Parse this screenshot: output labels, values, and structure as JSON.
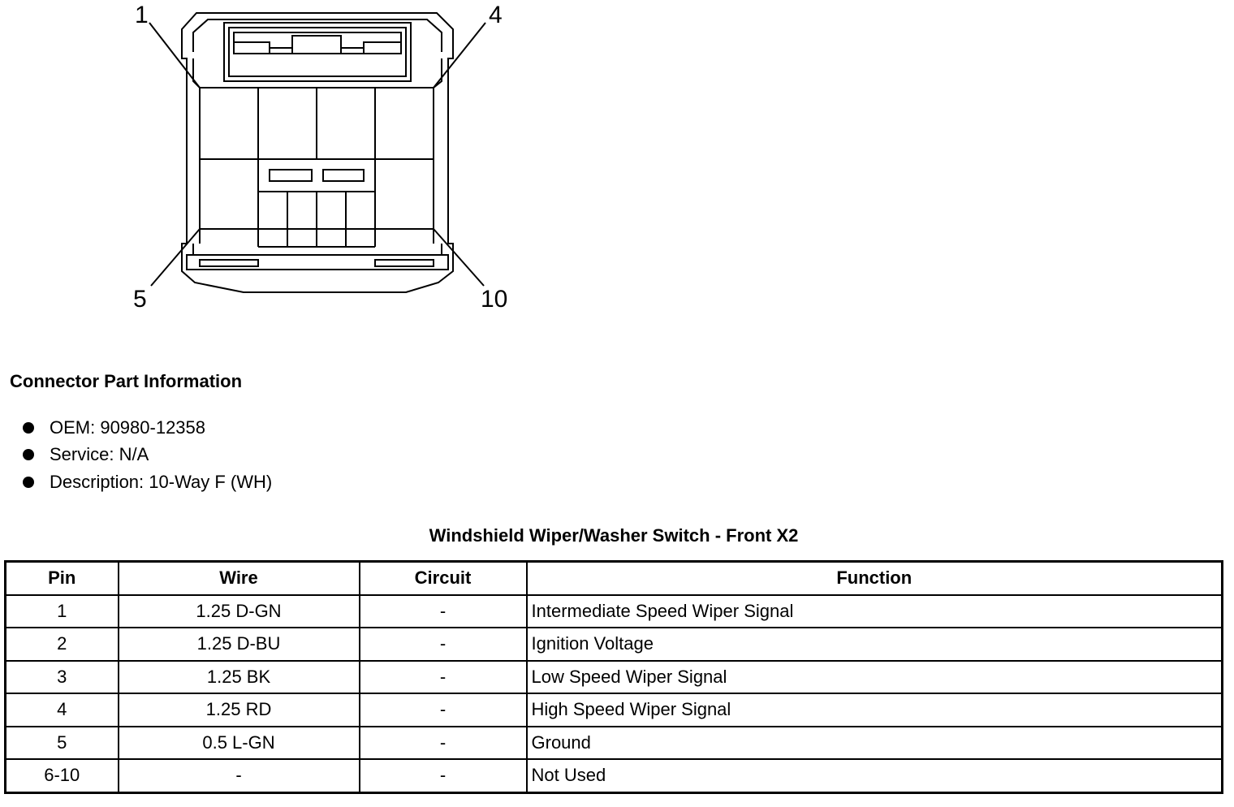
{
  "diagram": {
    "pin_labels": {
      "top_left": "1",
      "top_right": "4",
      "bottom_left": "5",
      "bottom_right": "10"
    }
  },
  "connector_info": {
    "heading": "Connector Part Information",
    "items": [
      "OEM: 90980-12358",
      "Service: N/A",
      "Description: 10-Way F (WH)"
    ]
  },
  "table": {
    "title": "Windshield Wiper/Washer Switch - Front X2",
    "headers": [
      "Pin",
      "Wire",
      "Circuit",
      "Function"
    ],
    "rows": [
      {
        "pin": "1",
        "wire": "1.25 D-GN",
        "circuit": "-",
        "function": "Intermediate Speed Wiper Signal"
      },
      {
        "pin": "2",
        "wire": "1.25 D-BU",
        "circuit": "-",
        "function": "Ignition Voltage"
      },
      {
        "pin": "3",
        "wire": "1.25 BK",
        "circuit": "-",
        "function": "Low Speed Wiper Signal"
      },
      {
        "pin": "4",
        "wire": "1.25 RD",
        "circuit": "-",
        "function": "High Speed Wiper Signal"
      },
      {
        "pin": "5",
        "wire": "0.5 L-GN",
        "circuit": "-",
        "function": "Ground"
      },
      {
        "pin": "6-10",
        "wire": "-",
        "circuit": "-",
        "function": "Not Used"
      }
    ]
  }
}
